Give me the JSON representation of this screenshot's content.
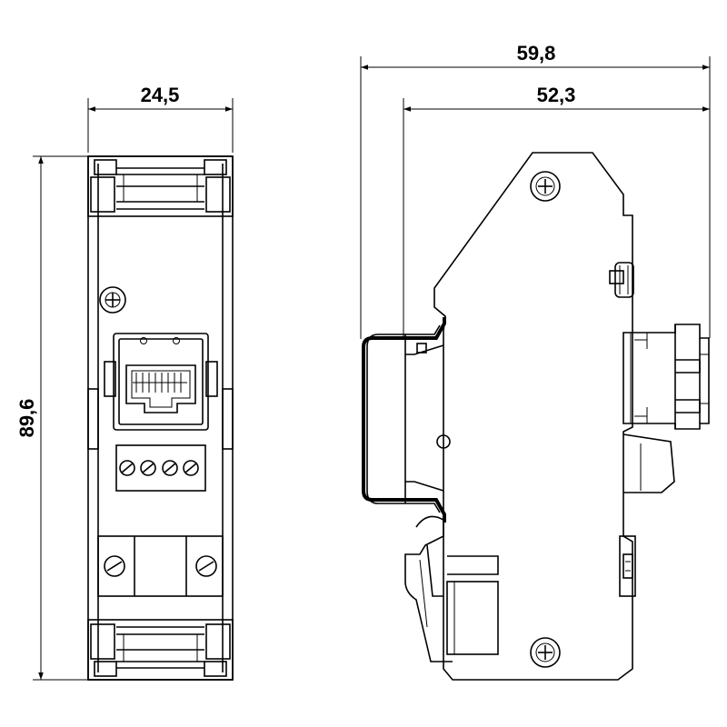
{
  "dimensions": {
    "front_width": "24,5",
    "front_height": "89,6",
    "side_total_depth": "59,8",
    "side_body_depth": "52,3"
  }
}
